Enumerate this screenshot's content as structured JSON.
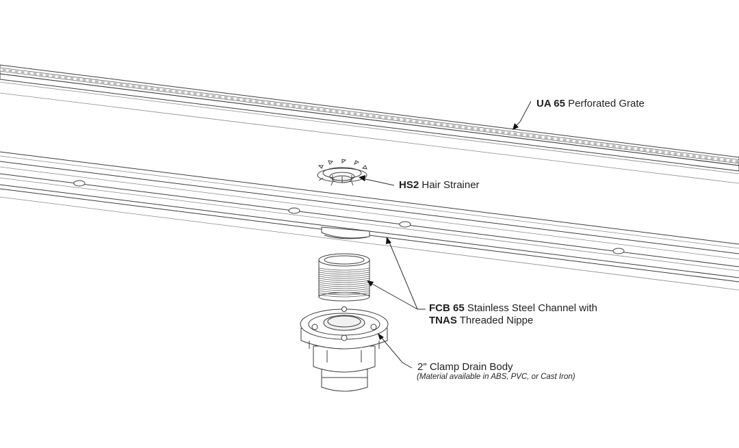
{
  "callouts": {
    "grate": {
      "code": "UA 65",
      "desc": "Perforated Grate"
    },
    "strainer": {
      "code": "HS2",
      "desc": "Hair Strainer"
    },
    "channel": {
      "code1": "FCB 65",
      "desc1": "Stainless Steel Channel with",
      "code2": "TNAS",
      "desc2": "Threaded Nippe"
    },
    "drain": {
      "desc": "2\" Clamp Drain Body",
      "note": "(Material available in ABS, PVC, or Cast Iron)"
    }
  },
  "colors": {
    "line": "#3a3a3a",
    "text": "#1e1e1e",
    "background": "#ffffff"
  }
}
